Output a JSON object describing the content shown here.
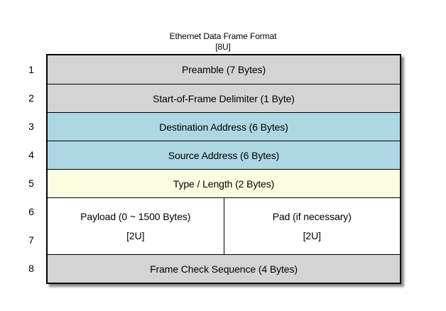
{
  "title": {
    "line1": "Ethernet Data Frame Format",
    "line2": "[8U]"
  },
  "colors": {
    "gray": "#d4d4d4",
    "blue": "#aed7e4",
    "yellow": "#fdfde2",
    "white": "#ffffff",
    "border": "#000000",
    "text": "#000000"
  },
  "row_numbers": [
    "1",
    "2",
    "3",
    "4",
    "5",
    "6",
    "7",
    "8"
  ],
  "rows": [
    {
      "label": "Preamble (7 Bytes)",
      "bg": "gray",
      "units": 1
    },
    {
      "label": "Start-of-Frame Delimiter (1 Byte)",
      "bg": "gray",
      "units": 1
    },
    {
      "label": "Destination Address (6 Bytes)",
      "bg": "blue",
      "units": 1
    },
    {
      "label": "Source Address (6 Bytes)",
      "bg": "blue",
      "units": 1
    },
    {
      "label": "Type / Length (2 Bytes)",
      "bg": "yellow",
      "units": 1
    },
    {
      "bg": "white",
      "units": 2,
      "cells": [
        {
          "line1": "Payload (0 ~ 1500 Bytes)",
          "line2": "[2U]"
        },
        {
          "line1": "Pad (if necessary)",
          "line2": "[2U]"
        }
      ]
    },
    {
      "label": "Frame Check Sequence (4 Bytes)",
      "bg": "gray",
      "units": 1
    }
  ]
}
